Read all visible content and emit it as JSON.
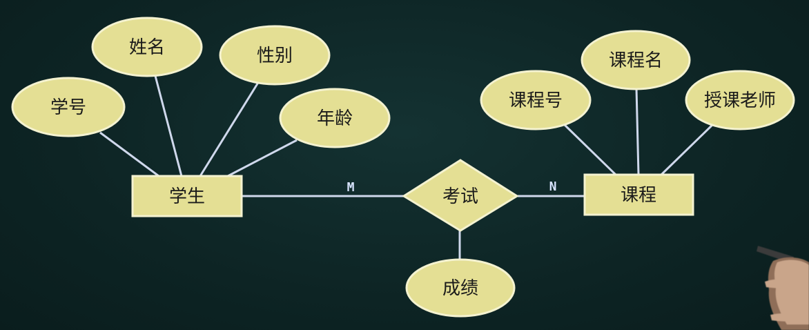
{
  "entities": {
    "student": "学生",
    "course": "课程"
  },
  "relationship": {
    "label": "考试",
    "attribute": "成绩"
  },
  "student_attributes": {
    "id": "学号",
    "name": "姓名",
    "gender": "性别",
    "age": "年龄"
  },
  "course_attributes": {
    "id": "课程号",
    "name": "课程名",
    "teacher": "授课老师"
  },
  "cardinality": {
    "student_side": "M",
    "course_side": "N"
  },
  "colors": {
    "background": "#0f2a2a",
    "shape_fill": "#e4df94",
    "shape_stroke": "#f4f2d0",
    "line": "#cfd8ec",
    "cardinality_text": "#d8e4ff"
  }
}
